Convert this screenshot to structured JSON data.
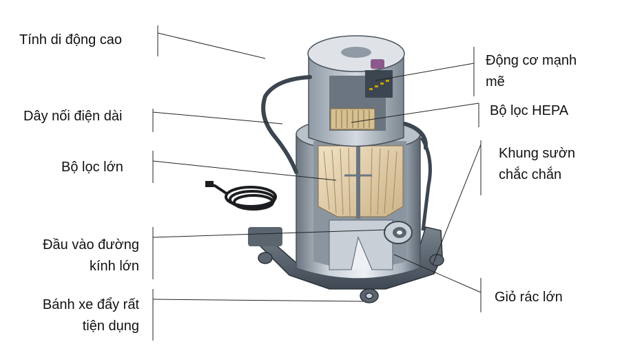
{
  "labels": {
    "mobility": "Tính di động cao",
    "power_cord": "Dây nối điện dài",
    "large_filter": "Bộ lọc lớn",
    "inlet_line1": "Đầu vào đường",
    "inlet_line2": "kính lớn",
    "wheels_line1": "Bánh xe đẩy rất",
    "wheels_line2": "tiện dụng",
    "motor_line1": "Động cơ mạnh",
    "motor_line2": "mẽ",
    "hepa_filter": "Bộ lọc HEPA",
    "frame_line1": "Khung sườn",
    "frame_line2": "chắc chắn",
    "dust_bin": "Giỏ rác lớn"
  },
  "colors": {
    "leader_line": "#222222",
    "metal_light": "#dfe3e8",
    "metal_mid": "#a9b3bd",
    "metal_dark": "#5b6570",
    "filter": "#e6d3b1",
    "hose": "#3c4650",
    "cord": "#1b1d20"
  }
}
